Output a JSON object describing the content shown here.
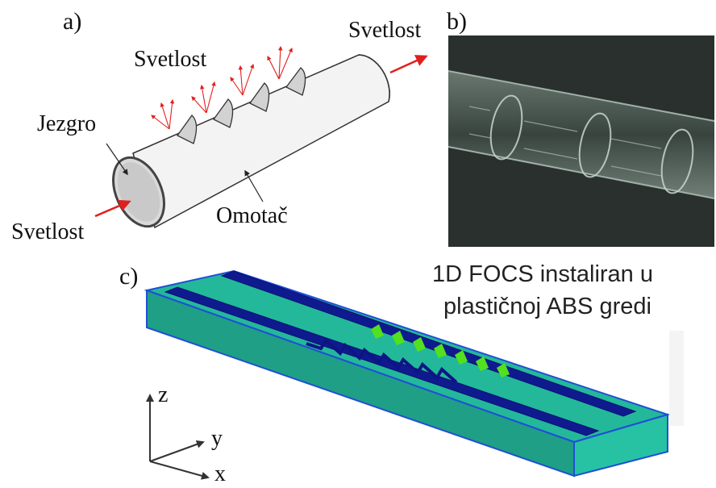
{
  "panels": {
    "a": {
      "label": "a)"
    },
    "b": {
      "label": "b)"
    },
    "c": {
      "label": "c)"
    }
  },
  "panel_a": {
    "light_top": "Svetlost",
    "light_right": "Svetlost",
    "light_left": "Svetlost",
    "core": "Jezgro",
    "cladding": "Omotač"
  },
  "panel_c": {
    "caption_line1": "1D FOCS instaliran u",
    "caption_line2": "plastičnoj ABS gredi",
    "axes": {
      "z": "z",
      "y": "y",
      "x": "x"
    }
  },
  "colors": {
    "arrow_red": "#e0201e",
    "fiber_fill": "#f2f2f2",
    "beam_fill": "#23b89a",
    "beam_edge": "#1f4fd6",
    "fiber_dark": "#101a8f",
    "notch_green": "#52e01f",
    "photo_bg": "#2a302e"
  }
}
